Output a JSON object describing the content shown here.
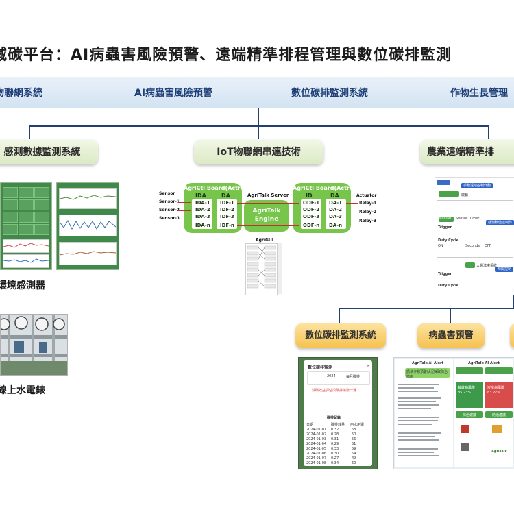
{
  "title": "減碳平台：AI病蟲害風險預警、遠端精準排程管理與數位碳排監測",
  "nav": {
    "item1": "物聯網系統",
    "item2": "AI病蟲害風險預警",
    "item3": "數位碳排監測系統",
    "item4": "作物生長管理"
  },
  "modules": {
    "sensing": "感測數據監測系統",
    "iot": "IoT物聯網串連技術",
    "remote": "農業遠端精準排"
  },
  "left": {
    "sensor_label": "環境感測器",
    "meter_label": "線上水電錶"
  },
  "iot_diagram": {
    "board_left_title": "AgriCtl Board(ActrCtl)",
    "board_right_title": "AgriCtl Board(ActrCtl)",
    "server_label": "AgriTalk Server",
    "engine_line1": "AgriTalk",
    "engine_line2": "Engine",
    "gui_label": "AgriGUI",
    "sensor_header": "Sensor",
    "actuator_header": "Actuator",
    "sensors": [
      "Sensor-1",
      "Sensor-2",
      "Sensor-3"
    ],
    "relays": [
      "Relay-1",
      "Relay-2",
      "Relay-3"
    ],
    "ida_header": "IDA",
    "da_header": "DA",
    "ida": [
      "IDA-1",
      "IDA-2",
      "IDA-3",
      "IDA-n"
    ],
    "idf": [
      "IDF-1",
      "IDF-2",
      "IDF-3",
      "IDF-n"
    ],
    "id_header": "ID",
    "da2_header": "DA",
    "odf": [
      "ODF-1",
      "ODF-2",
      "ODF-3",
      "ODF-n"
    ],
    "da_out": [
      "DA-1",
      "DA-2",
      "DA-3",
      "DA-n"
    ]
  },
  "remote_ui": {
    "btn1": "手動遠端控制作動",
    "btn2": "感測數值控制作",
    "btn3": "時間控制",
    "tab_trigger": "Trigger",
    "tab_duty": "Duty Cycle",
    "label_manual": "Manual",
    "label_sensor": "Sensor",
    "label_timer": "Timer",
    "label_open": "啟動",
    "label_water": "大棚澆灌系統",
    "on_label": "ON",
    "off_label": "OFF",
    "seconds_label": "Seconds"
  },
  "sub_modules": {
    "carbon": "數位碳排監測系統",
    "pest": "病蟲害預警"
  },
  "carbon_ui": {
    "header": "數位碳排監測",
    "stat1": "2024",
    "stat2": "每月碳排",
    "note": "減碳效益評估與碳排係數一覽",
    "table_title": "碳排紀錄",
    "cols": [
      "日期",
      "碳排放量",
      "用水用電"
    ],
    "rows": [
      [
        "2024-01-01",
        "0.32",
        "58"
      ],
      [
        "2024-01-02",
        "0.28",
        "50"
      ],
      [
        "2024-01-03",
        "0.31",
        "56"
      ],
      [
        "2024-01-04",
        "0.29",
        "51"
      ],
      [
        "2024-01-05",
        "0.33",
        "59"
      ],
      [
        "2024-01-06",
        "0.30",
        "54"
      ],
      [
        "2024-01-07",
        "0.27",
        "49"
      ],
      [
        "2024-01-08",
        "0.34",
        "60"
      ]
    ]
  },
  "alert_ui": {
    "header1": "AgriTalk AI Alert",
    "header2": "AgriTalk AI Alert",
    "bubble": "請依作物預警狀況採取防治措施",
    "card1_title": "輪紋病風險",
    "card1_pct": "85.23%",
    "card2_title": "炭疽病風險",
    "card2_pct": "83.27%",
    "btn_left": "防治建議",
    "btn_right": "防治建議",
    "brand": "AgriTalk"
  },
  "colors": {
    "nav_text": "#1e3f78",
    "connector": "#24406f",
    "board_green": "#77c54a",
    "module_green": "#dbe9c4",
    "module_orange": "#f5c14f"
  }
}
